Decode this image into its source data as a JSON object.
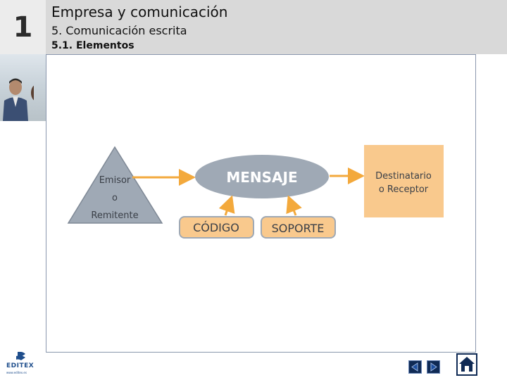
{
  "header": {
    "unit_number": "1",
    "title": "Empresa y comunicación",
    "section": "5. Comunicación escrita",
    "subsection": "5.1. Elementos"
  },
  "diagram": {
    "emisor": [
      "Emisor",
      "o",
      "Remitente"
    ],
    "mensaje": "MENSAJE",
    "destinatario": [
      "Destinatario",
      "o Receptor"
    ],
    "codigo": "CÓDIGO",
    "soporte": "SOPORTE",
    "colors": {
      "triangle": "#9fa9b5",
      "ellipse": "#9fa9b5",
      "arrow": "#f3a93c",
      "box": "#f9c98d",
      "pill": "#f9c98d"
    }
  },
  "logo": {
    "name": "EDITEX",
    "url": "www.editex.es"
  },
  "nav": {
    "prev_icon": "arrow-left-icon",
    "next_icon": "arrow-right-icon",
    "home_icon": "home-icon"
  }
}
